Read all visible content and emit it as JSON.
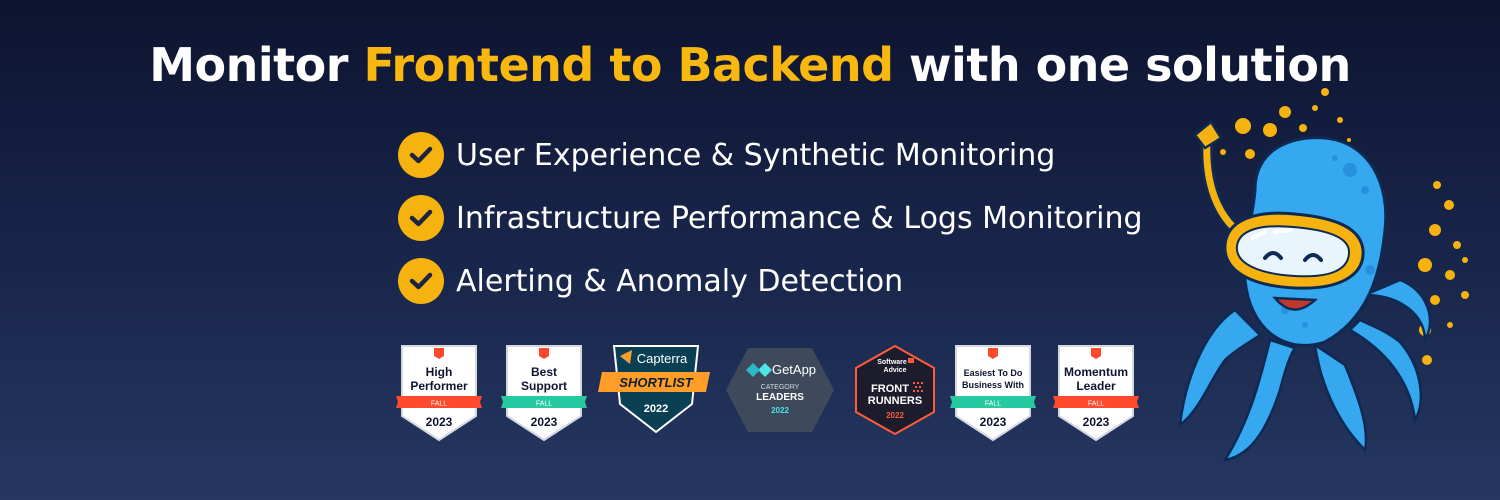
{
  "headline": {
    "prefix": "Monitor ",
    "highlight": "Frontend to Backend",
    "suffix": " with one solution"
  },
  "features": [
    "User Experience & Synthetic Monitoring",
    "Infrastructure Performance & Logs Monitoring",
    "Alerting & Anomaly Detection"
  ],
  "badges": {
    "high_performer": {
      "line1": "High",
      "line2": "Performer",
      "season": "FALL",
      "year": "2023"
    },
    "best_support": {
      "line1": "Best",
      "line2": "Support",
      "season": "FALL",
      "year": "2023"
    },
    "capterra": {
      "brand": "Capterra",
      "label": "SHORTLIST",
      "year": "2022"
    },
    "getapp": {
      "brand": "GetApp",
      "line1": "CATEGORY",
      "line2": "LEADERS",
      "year": "2022"
    },
    "software_advice": {
      "brand1": "Software",
      "brand2": "Advice",
      "line1": "FRONT",
      "line2": "RUNNERS",
      "year": "2022"
    },
    "easiest": {
      "line1": "Easiest To Do",
      "line2": "Business With",
      "season": "FALL",
      "year": "2023"
    },
    "momentum": {
      "line1": "Momentum",
      "line2": "Leader",
      "season": "FALL",
      "year": "2023"
    }
  },
  "colors": {
    "accent_yellow": "#f8b80f",
    "g2_red": "#ff492c",
    "g2_green": "#27c9a0",
    "mascot_blue": "#36a8f0"
  }
}
